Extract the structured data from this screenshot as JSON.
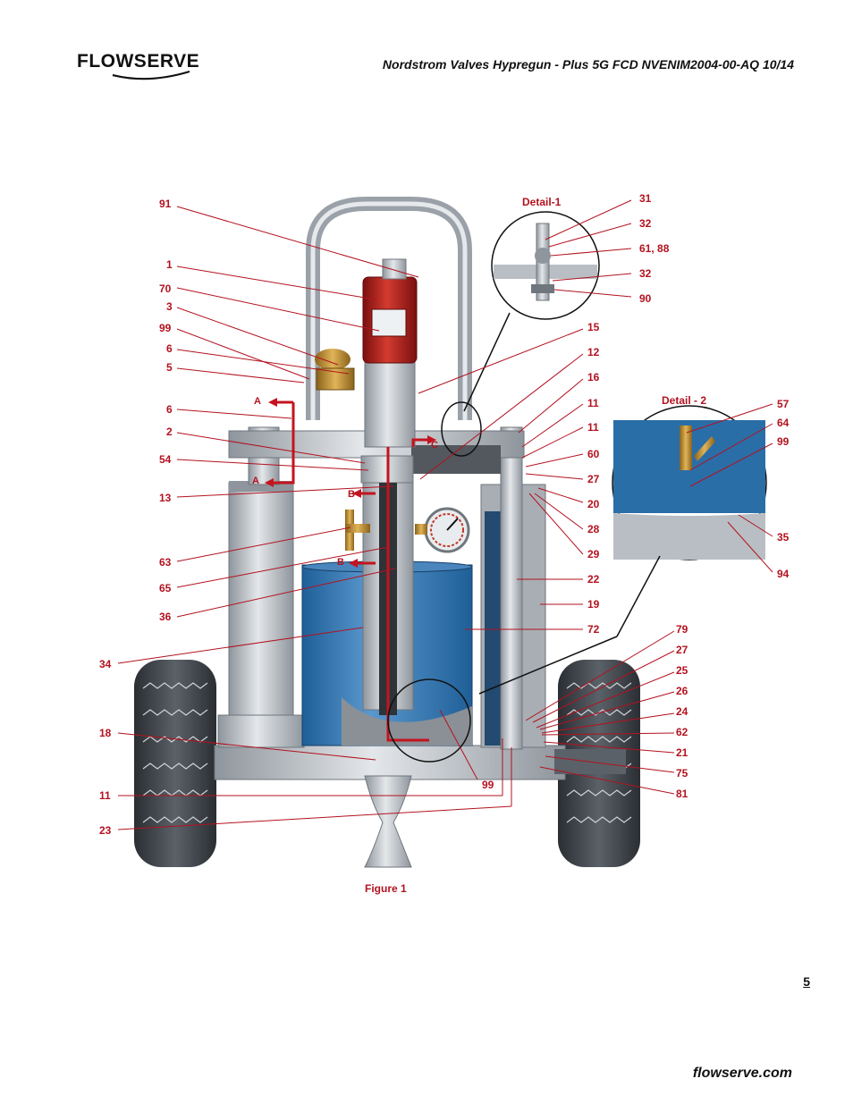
{
  "header": {
    "logo_text": "FLOWSERVE",
    "document_title": "Nordstrom Valves  Hypregun - Plus 5G FCD NVENIM2004-00-AQ 10/14"
  },
  "figure": {
    "caption": "Figure 1",
    "detail_1_title": "Detail-1",
    "detail_2_title": "Detail - 2",
    "flow_labels": {
      "a_top": "A",
      "a_bottom": "A",
      "b_top": "B",
      "b_bottom": "B",
      "c": "C"
    },
    "callouts_left": [
      "91",
      "1",
      "70",
      "3",
      "99",
      "6",
      "5",
      "6",
      "2",
      "54",
      "13",
      "63",
      "65",
      "36",
      "34",
      "18",
      "11",
      "23"
    ],
    "callouts_right": [
      "15",
      "12",
      "16",
      "11",
      "11",
      "60",
      "27",
      "20",
      "28",
      "29",
      "22",
      "19",
      "72",
      "79",
      "27",
      "25",
      "26",
      "24",
      "62",
      "21",
      "75",
      "81"
    ],
    "callouts_detail_1": [
      "31",
      "32",
      "61, 88",
      "32",
      "90"
    ],
    "callouts_detail_2": [
      "57",
      "64",
      "99",
      "35",
      "94"
    ],
    "callout_bottom": "99"
  },
  "colors": {
    "callout_red": "#b3121f",
    "tank_blue": "#2a6ea8",
    "frame_grey": "#b9bec4",
    "pump_red": "#b31a1a",
    "brass": "#b98a2a",
    "tire_dark": "#2f3338"
  },
  "footer": {
    "page_number": "5",
    "website": "flowserve.com"
  }
}
